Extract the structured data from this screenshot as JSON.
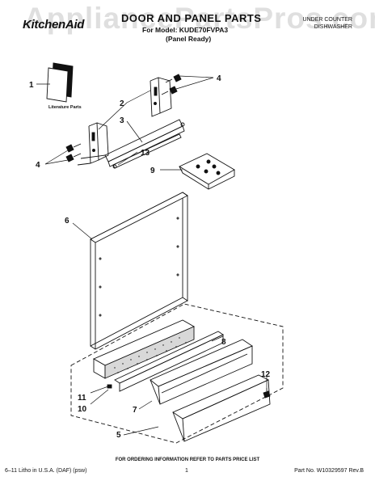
{
  "watermark": "AppliancePartsPros.com",
  "header": {
    "brand": "KitchenAid",
    "title": "DOOR AND PANEL PARTS",
    "model_line": "For Model: KUDE70FVPA3",
    "panel_ready": "(Panel Ready)",
    "side_line1": "UNDER COUNTER",
    "side_line2": "DISHWASHER"
  },
  "callouts": {
    "c1": "1",
    "c2": "2",
    "c3": "3",
    "c4a": "4",
    "c4b": "4",
    "c5": "5",
    "c6": "6",
    "c7": "7",
    "c8": "8",
    "c9": "9",
    "c10": "10",
    "c11": "11",
    "c12": "12",
    "c13": "13"
  },
  "literature_label": "Literature Parts",
  "footer": {
    "order_info": "FOR ORDERING INFORMATION REFER TO PARTS PRICE LIST",
    "left": "6–11 Litho in U.S.A. (DAF) (psw)",
    "page": "1",
    "right": "Part No. W10329597 Rev.B"
  }
}
